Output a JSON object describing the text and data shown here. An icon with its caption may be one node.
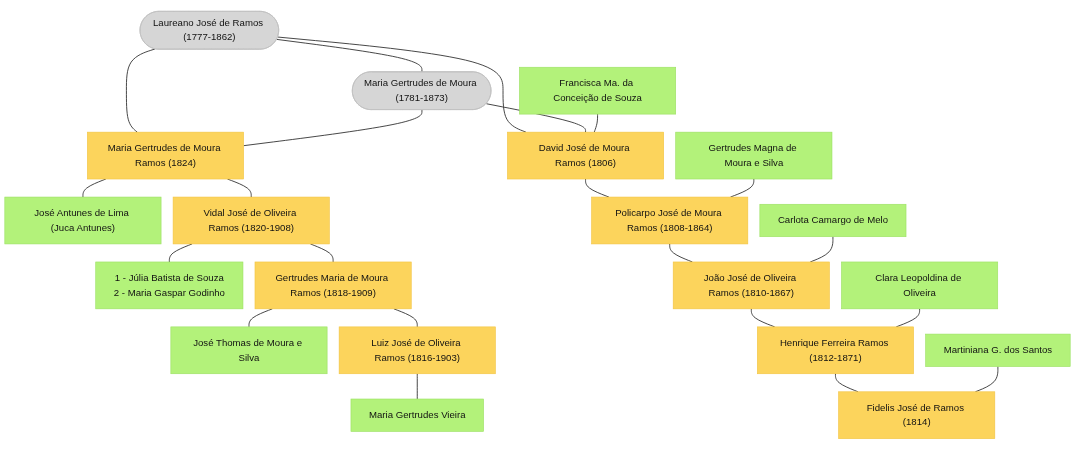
{
  "diagram": {
    "nodes": [
      {
        "text": [
          "Laureano José de Ramos (1777-1862)"
        ]
      },
      {
        "text": [
          "Maria Gertrudes de Moura (1781-1873)"
        ]
      },
      {
        "text": [
          "Francisca Ma. da Conceição de Souza"
        ]
      },
      {
        "text": [
          "David José de Moura Ramos (1806)"
        ]
      },
      {
        "text": [
          "Maria Gertrudes de Moura Ramos (1824)"
        ]
      },
      {
        "text": [
          "José Antunes de Lima (Juca Antunes)"
        ]
      },
      {
        "text": [
          "Gertrudes Magna de Moura e Silva"
        ]
      },
      {
        "text": [
          "Policarpo José de Moura Ramos (1808-1864)"
        ]
      },
      {
        "text": [
          "Vidal José de Oliveira Ramos (1820-1908)"
        ]
      },
      {
        "text": [
          "1 - Júlia Batista de Souza",
          "2 - Maria Gaspar Godinho"
        ]
      },
      {
        "text": [
          "Carlota Camargo de Melo"
        ]
      },
      {
        "text": [
          "João José de Oliveira Ramos (1810-1867)"
        ]
      },
      {
        "text": [
          "Gertrudes Maria de Moura Ramos (1818-1909)"
        ]
      },
      {
        "text": [
          "José Thomas de Moura e Silva"
        ]
      },
      {
        "text": [
          "Clara Leopoldina de Oliveira"
        ]
      },
      {
        "text": [
          "Henrique Ferreira Ramos (1812-1871)"
        ]
      },
      {
        "text": [
          "Luiz José de Oliveira Ramos (1816-1903)"
        ]
      },
      {
        "text": [
          "Maria Gertrudes Vieira"
        ]
      },
      {
        "text": [
          "Martiniana G. dos Santos"
        ]
      },
      {
        "text": [
          "Fidelis José de Ramos (1814)"
        ]
      }
    ],
    "edges": [
      {
        "from": 0,
        "to": 1,
        "arrow": "none"
      },
      {
        "from": 0,
        "to": 3,
        "arrow": "none"
      },
      {
        "from": 1,
        "to": 3,
        "arrow": "none"
      },
      {
        "from": 0,
        "to": 4,
        "arrow": "none"
      },
      {
        "from": 1,
        "to": 4,
        "arrow": "none"
      },
      {
        "from": 2,
        "to": 3,
        "arrow": "none"
      },
      {
        "from": 3,
        "to": 7,
        "arrow": "none"
      },
      {
        "from": 4,
        "to": 5,
        "arrow": "none"
      },
      {
        "from": 4,
        "to": 8,
        "arrow": "none"
      },
      {
        "from": 6,
        "to": 7,
        "arrow": "none"
      },
      {
        "from": 7,
        "to": 11,
        "arrow": "none"
      },
      {
        "from": 8,
        "to": 9,
        "arrow": "none"
      },
      {
        "from": 8,
        "to": 12,
        "arrow": "none"
      },
      {
        "from": 10,
        "to": 11,
        "arrow": "none"
      },
      {
        "from": 11,
        "to": 15,
        "arrow": "none"
      },
      {
        "from": 12,
        "to": 13,
        "arrow": "none"
      },
      {
        "from": 12,
        "to": 16,
        "arrow": "none"
      },
      {
        "from": 14,
        "to": 15,
        "arrow": "none"
      },
      {
        "from": 15,
        "to": 19,
        "arrow": "none"
      },
      {
        "from": 16,
        "to": 17,
        "arrow": "none"
      },
      {
        "from": 18,
        "to": 19,
        "arrow": "none"
      }
    ]
  }
}
